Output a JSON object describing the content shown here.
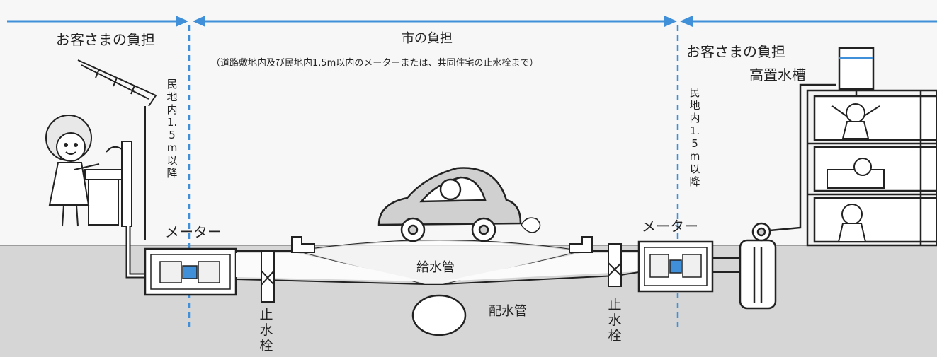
{
  "left_zone": {
    "label": "お客さまの負担",
    "vertical_note": "民地内1.5m以降"
  },
  "center_zone": {
    "label": "市の負担",
    "note": "（道路敷地内及び民地内1.5m以内のメーターまたは、共同住宅の止水栓まで）"
  },
  "right_zone": {
    "label": "お客さまの負担",
    "vertical_note": "民地内1.5m以降",
    "tank_label": "高置水槽"
  },
  "labels": {
    "meter_left": "メーター",
    "meter_right": "メーター",
    "supply_pipe": "給水管",
    "distribution_pipe": "配水管",
    "stopcock_left": "止水栓",
    "stopcock_right": "止水栓"
  },
  "colors": {
    "accent": "#3f8fd9",
    "ground": "#d6d6d6",
    "line": "#222222"
  }
}
